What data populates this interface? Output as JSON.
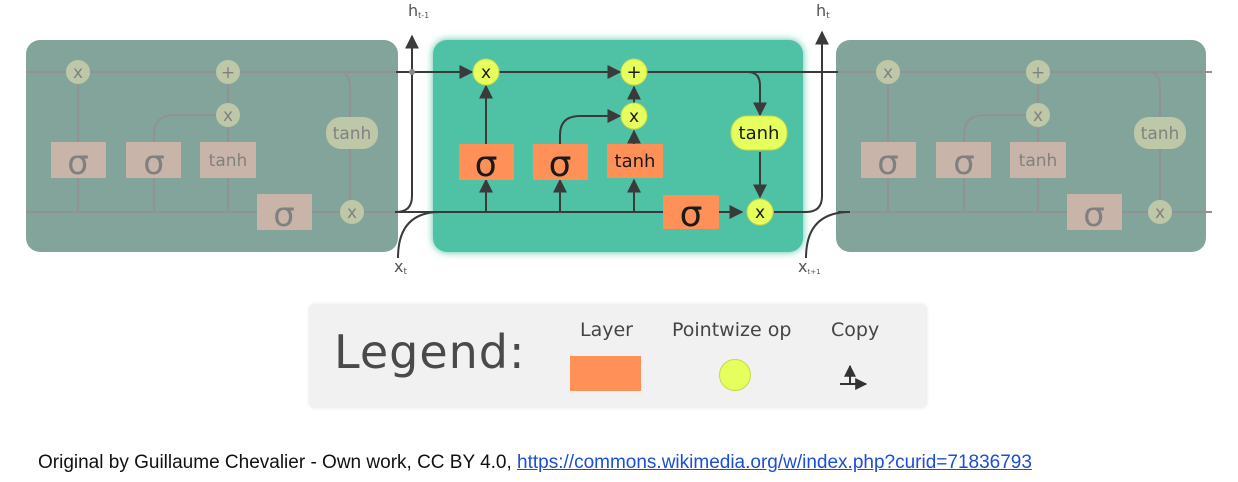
{
  "diagram": {
    "labels": {
      "h_prev": "h",
      "h_prev_sub": "t-1",
      "h_t": "h",
      "h_t_sub": "t",
      "x_t": "x",
      "x_t_sub": "t",
      "x_next": "x",
      "x_next_sub": "t+1"
    },
    "ops": {
      "multiply": "x",
      "add": "+",
      "tanh": "tanh",
      "sigma": "σ"
    },
    "colors": {
      "active_cell": "#50c1a4",
      "inactive_cell": "#7a9e96",
      "layer": "#ff9057",
      "pointwise_op": "#e6ff5c",
      "line": "#3a3a3a"
    }
  },
  "legend": {
    "title": "Legend:",
    "layer_label": "Layer",
    "pointwise_label": "Pointwize op",
    "copy_label": "Copy"
  },
  "credit": {
    "text": "Original by Guillaume Chevalier - Own work, CC BY 4.0, ",
    "link": "https://commons.wikimedia.org/w/index.php?curid=71836793"
  }
}
